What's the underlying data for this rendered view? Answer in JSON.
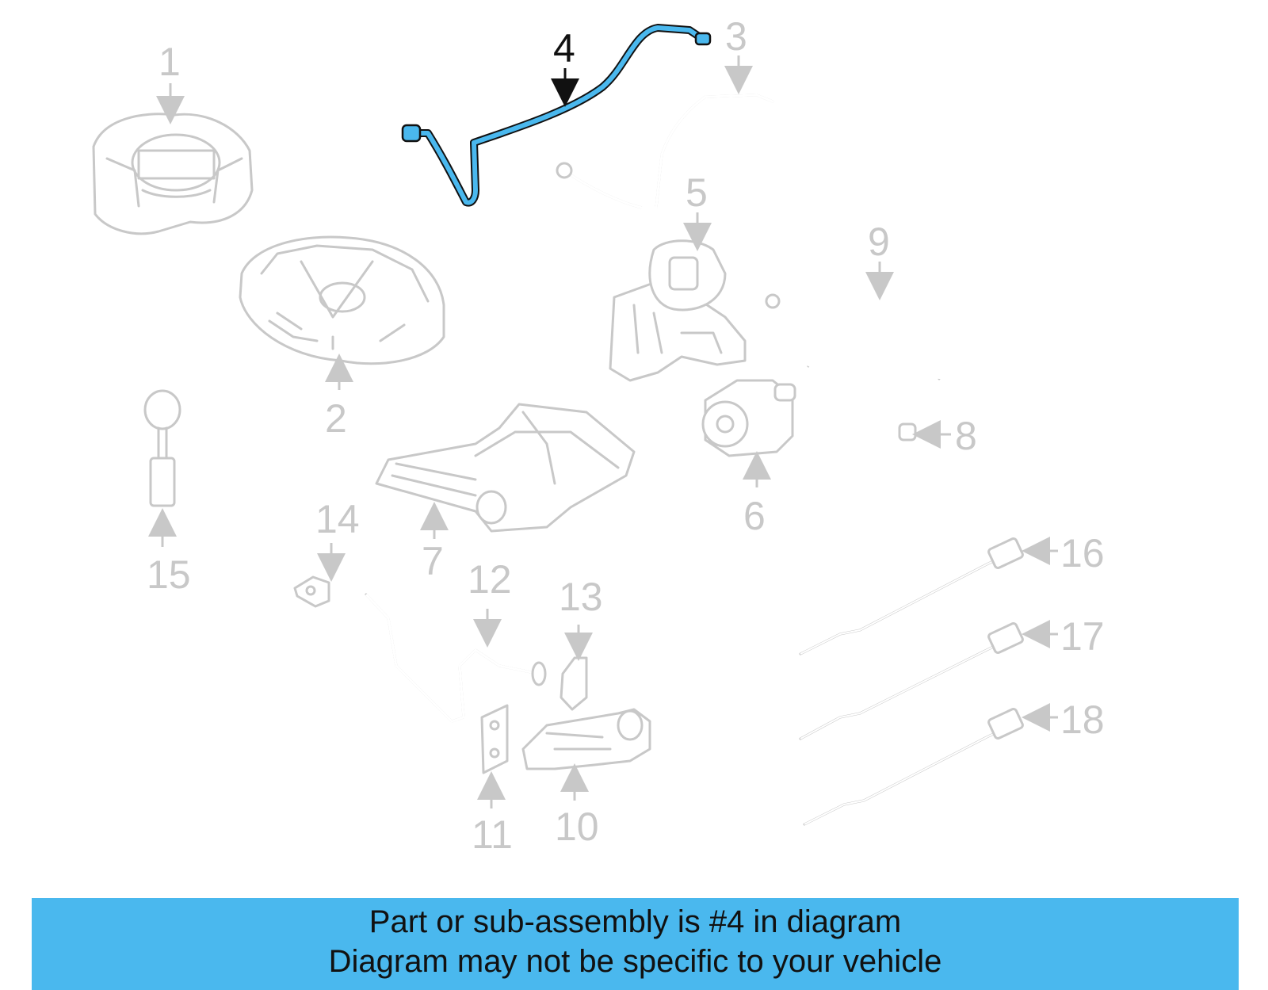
{
  "diagram": {
    "highlighted_part": "4",
    "highlight_color": "#4ab8ee",
    "callouts": {
      "c1": "1",
      "c2": "2",
      "c3": "3",
      "c4": "4",
      "c5": "5",
      "c6": "6",
      "c7": "7",
      "c8": "8",
      "c9": "9",
      "c10": "10",
      "c11": "11",
      "c12": "12",
      "c13": "13",
      "c14": "14",
      "c15": "15",
      "c16": "16",
      "c17": "17",
      "c18": "18"
    }
  },
  "banner": {
    "line1": "Part or sub-assembly is #4 in diagram",
    "line2": "Diagram may not be specific to your vehicle",
    "color": "#4ab8ee"
  }
}
